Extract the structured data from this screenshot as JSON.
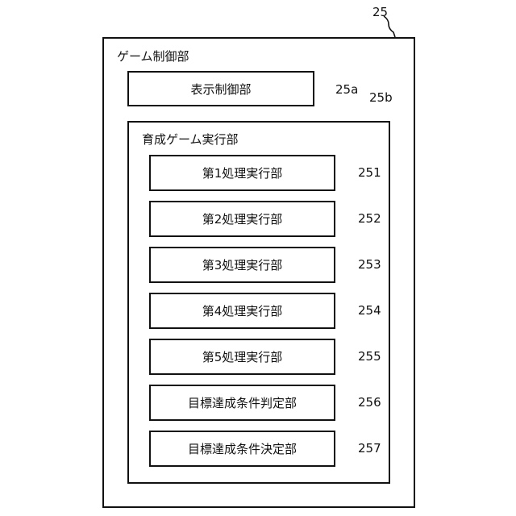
{
  "ref_game_control": "25",
  "game_control_title": "ゲーム制御部",
  "display_control": {
    "label": "表示制御部",
    "ref": "25a"
  },
  "training_game": {
    "title": "育成ゲーム実行部",
    "ref": "25b",
    "units": [
      {
        "label": "第1処理実行部",
        "ref": "251"
      },
      {
        "label": "第2処理実行部",
        "ref": "252"
      },
      {
        "label": "第3処理実行部",
        "ref": "253"
      },
      {
        "label": "第4処理実行部",
        "ref": "254"
      },
      {
        "label": "第5処理実行部",
        "ref": "255"
      },
      {
        "label": "目標達成条件判定部",
        "ref": "256"
      },
      {
        "label": "目標達成条件決定部",
        "ref": "257"
      }
    ]
  }
}
